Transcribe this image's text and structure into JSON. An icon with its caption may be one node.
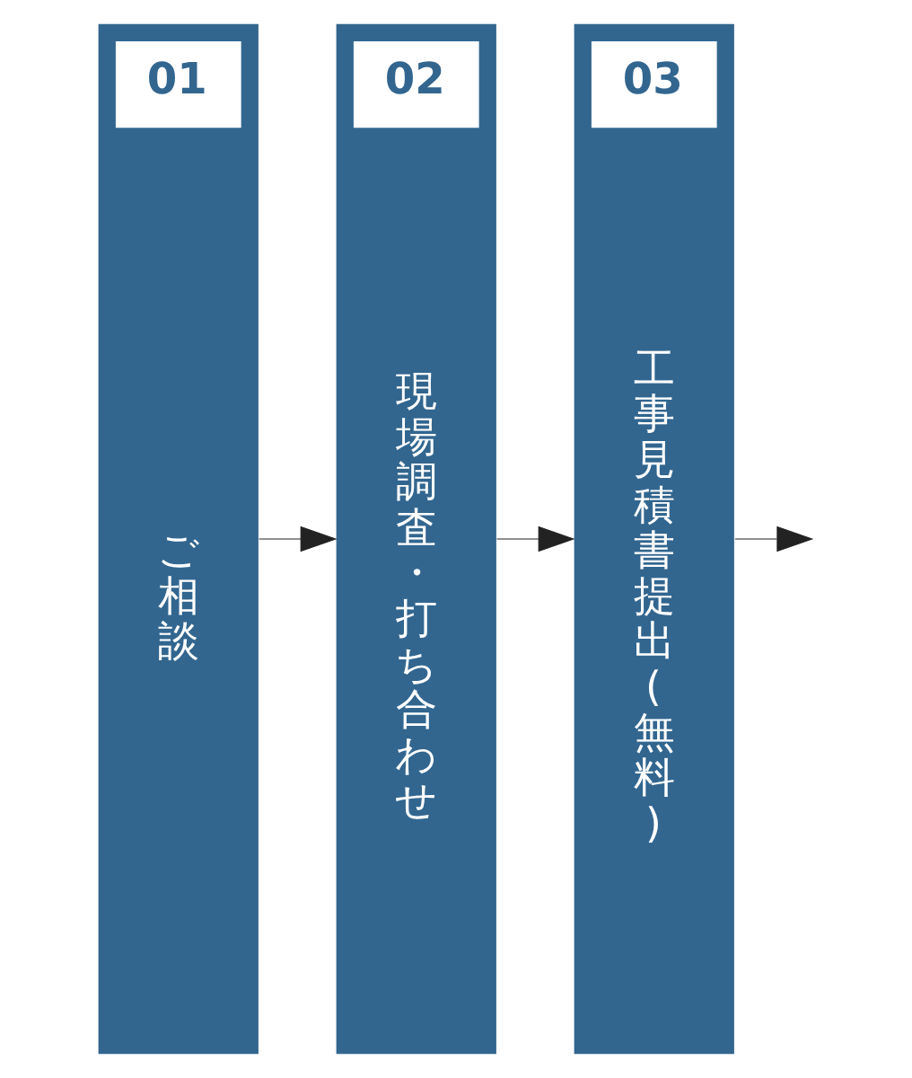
{
  "diagram": {
    "nodes": [
      {
        "text": [
          "01",
          "ご相談"
        ]
      },
      {
        "text": [
          "02",
          "現場調査・打ち合わせ"
        ]
      },
      {
        "text": [
          "03",
          "工事見積書提出(無料)"
        ]
      }
    ],
    "edges": [
      {
        "from": 0,
        "to": 1,
        "arrow": "to"
      },
      {
        "from": 1,
        "to": 2,
        "arrow": "to"
      },
      {
        "from": 2,
        "to": null,
        "arrow": "to"
      }
    ]
  }
}
